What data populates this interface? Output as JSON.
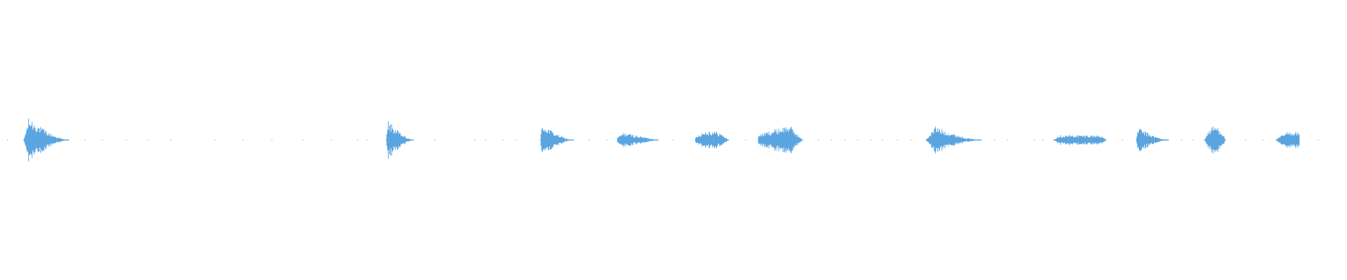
{
  "waveform": {
    "color": "#5aa5e0",
    "baseline_color": "#9fcbef",
    "duration_seconds": 60,
    "events": [
      {
        "start": 0.95,
        "end": 3.0,
        "amp": 0.95,
        "shape": "decay",
        "peak": 0.12
      },
      {
        "start": 17.4,
        "end": 18.65,
        "amp": 0.82,
        "shape": "decay",
        "peak": 0.08
      },
      {
        "start": 24.4,
        "end": 25.9,
        "amp": 0.7,
        "shape": "decay",
        "peak": 0.06
      },
      {
        "start": 27.9,
        "end": 29.75,
        "amp": 0.3,
        "shape": "swell",
        "peak": 0.15
      },
      {
        "start": 31.45,
        "end": 32.95,
        "amp": 0.38,
        "shape": "bump",
        "peak": 0.45
      },
      {
        "start": 34.3,
        "end": 36.3,
        "amp": 0.62,
        "shape": "swell",
        "peak": 0.7
      },
      {
        "start": 41.9,
        "end": 44.4,
        "amp": 0.58,
        "shape": "decay",
        "peak": 0.18
      },
      {
        "start": 47.7,
        "end": 50.1,
        "amp": 0.22,
        "shape": "flat",
        "peak": 0.5
      },
      {
        "start": 51.45,
        "end": 52.9,
        "amp": 0.55,
        "shape": "decay",
        "peak": 0.06
      },
      {
        "start": 54.55,
        "end": 55.5,
        "amp": 0.58,
        "shape": "bump",
        "peak": 0.5
      },
      {
        "start": 57.8,
        "end": 58.85,
        "amp": 0.35,
        "shape": "bump",
        "peak": 0.75
      }
    ],
    "noise_ticks": [
      0.2,
      3.7,
      4.5,
      5.6,
      6.6,
      7.6,
      9.6,
      10.9,
      12.2,
      13.6,
      14.9,
      16.1,
      16.5,
      19.6,
      21.4,
      21.9,
      22.7,
      23.3,
      26.6,
      27.4,
      30.4,
      33.7,
      37.0,
      37.6,
      38.2,
      38.8,
      39.4,
      39.9,
      40.6,
      41.2,
      45.0,
      45.6,
      46.8,
      47.2,
      50.8,
      53.5,
      54.0,
      56.4,
      57.2,
      59.7
    ]
  }
}
